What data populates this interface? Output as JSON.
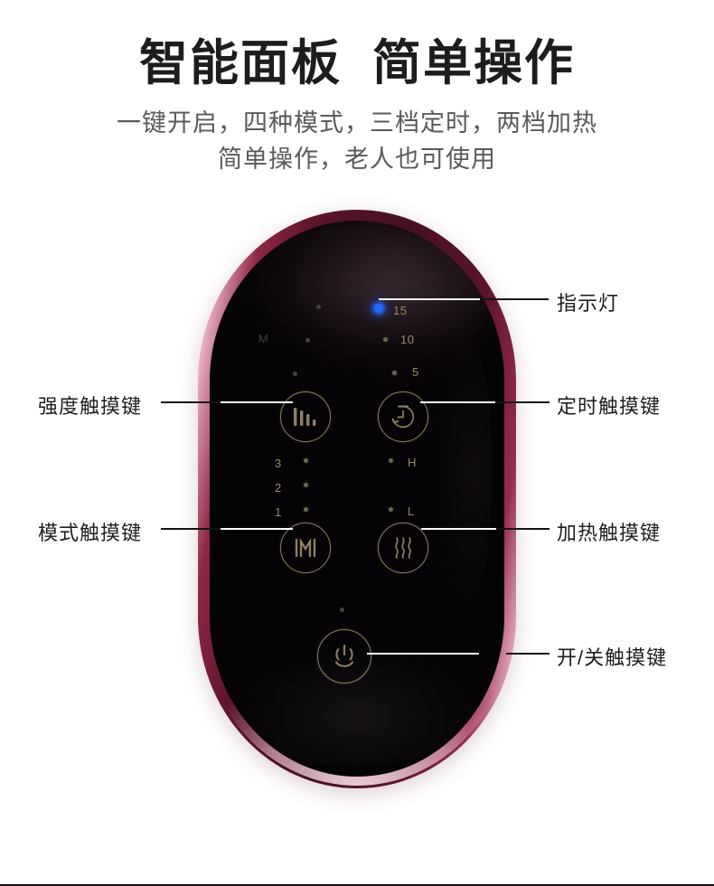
{
  "header": {
    "title": "智能面板  简单操作",
    "subtitle_line1": "一键开启，四种模式，三档定时，两档加热",
    "subtitle_line2": "简单操作，老人也可使用"
  },
  "colors": {
    "title_text": "#1d1d1d",
    "subtitle_text": "#5a5a5a",
    "device_rim": "#8d2744",
    "device_rim_dark": "#45101f",
    "device_rim_highlight": "#f6dbe4",
    "panel_face": "#050305",
    "icon_gold": "#8e7f63",
    "label_gold": "#9a8b6c",
    "led_blue": "#1f6cff",
    "callout_line_dark": "#141414",
    "callout_line_light": "#ffffff"
  },
  "device": {
    "name": "massager-control-panel",
    "buttons": [
      {
        "id": "intensity",
        "icon": "intensity-bars-icon",
        "label": "强度触摸键"
      },
      {
        "id": "timer",
        "icon": "clock-timer-icon",
        "label": "定时触摸键"
      },
      {
        "id": "mode",
        "icon": "mode-m-icon",
        "label": "模式触摸键"
      },
      {
        "id": "heat",
        "icon": "heat-waves-icon",
        "label": "加热触摸键"
      },
      {
        "id": "power",
        "icon": "power-icon",
        "label": "开/关触摸键"
      }
    ],
    "timer_scale": {
      "name": "timer-indicator-scale",
      "steps": [
        {
          "value": "15",
          "lit": true
        },
        {
          "value": "10",
          "lit": false
        },
        {
          "value": "5",
          "lit": false
        }
      ]
    },
    "intensity_scale": {
      "name": "intensity-indicator-scale",
      "steps": [
        {
          "value": "",
          "lit": false
        },
        {
          "value": "M",
          "lit": false
        },
        {
          "value": "",
          "lit": false
        }
      ]
    },
    "mode_scale": {
      "name": "mode-indicator-scale",
      "steps": [
        {
          "value": "3",
          "lit": false
        },
        {
          "value": "2",
          "lit": false
        },
        {
          "value": "1",
          "lit": false
        }
      ]
    },
    "heat_scale": {
      "name": "heat-indicator-scale",
      "steps": [
        {
          "value": "H",
          "lit": false
        },
        {
          "value": "L",
          "lit": false
        }
      ]
    }
  },
  "callouts": {
    "left": [
      {
        "name": "callout-intensity",
        "text": "强度触摸键"
      },
      {
        "name": "callout-mode",
        "text": "模式触摸键"
      }
    ],
    "right": [
      {
        "name": "callout-indicator-light",
        "text": "指示灯"
      },
      {
        "name": "callout-timer",
        "text": "定时触摸键"
      },
      {
        "name": "callout-heat",
        "text": "加热触摸键"
      },
      {
        "name": "callout-power",
        "text": "开/关触摸键"
      }
    ]
  }
}
